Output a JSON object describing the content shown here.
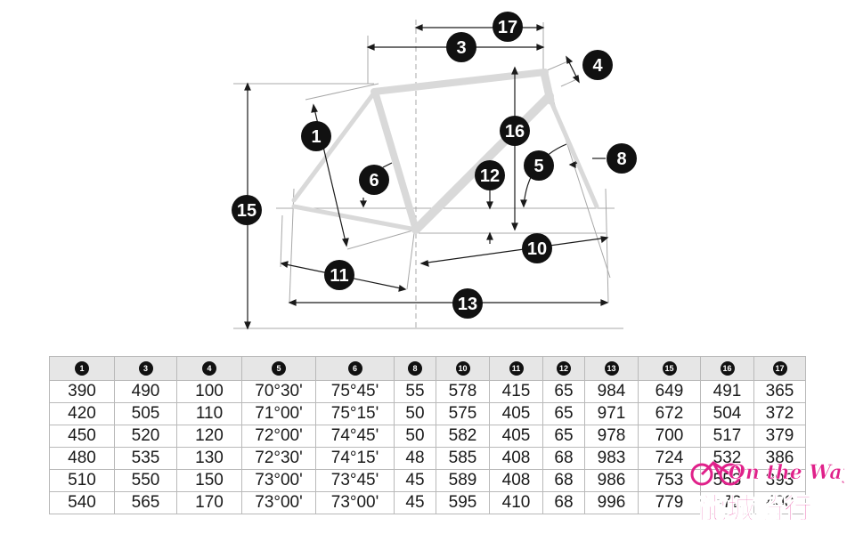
{
  "callouts": [
    "1",
    "3",
    "4",
    "5",
    "6",
    "8",
    "10",
    "11",
    "12",
    "13",
    "15",
    "16",
    "17"
  ],
  "table": {
    "headers": [
      "1",
      "3",
      "4",
      "5",
      "6",
      "8",
      "10",
      "11",
      "12",
      "13",
      "15",
      "16",
      "17"
    ],
    "rows": [
      [
        "390",
        "490",
        "100",
        "70°30'",
        "75°45'",
        "55",
        "578",
        "415",
        "65",
        "984",
        "649",
        "491",
        "365"
      ],
      [
        "420",
        "505",
        "110",
        "71°00'",
        "75°15'",
        "50",
        "575",
        "405",
        "65",
        "971",
        "672",
        "504",
        "372"
      ],
      [
        "450",
        "520",
        "120",
        "72°00'",
        "74°45'",
        "50",
        "582",
        "405",
        "65",
        "978",
        "700",
        "517",
        "379"
      ],
      [
        "480",
        "535",
        "130",
        "72°30'",
        "74°15'",
        "48",
        "585",
        "408",
        "68",
        "983",
        "724",
        "532",
        "386"
      ],
      [
        "510",
        "550",
        "150",
        "73°00'",
        "73°45'",
        "45",
        "589",
        "408",
        "68",
        "986",
        "753",
        "553",
        "393"
      ],
      [
        "540",
        "565",
        "170",
        "73°00'",
        "73°00'",
        "45",
        "595",
        "410",
        "68",
        "996",
        "779",
        "572",
        "400"
      ]
    ]
  },
  "watermark": {
    "script_text": "On the Way",
    "chinese_text": "龍城騎行",
    "colors": {
      "pink": "#e0218a",
      "blue": "#3a66c8"
    }
  },
  "colors": {
    "frame": "#d9d9d9",
    "guide": "#a8a8a8",
    "dim": "#1a1a1a",
    "callout": "#111111"
  }
}
